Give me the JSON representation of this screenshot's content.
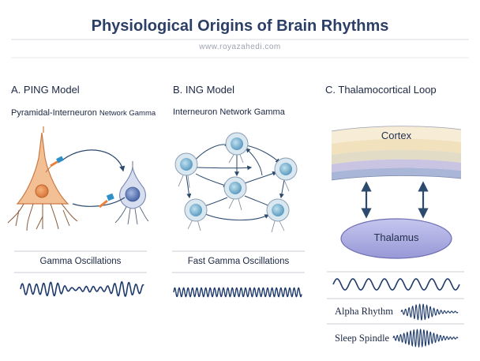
{
  "title": "Physiological Origins of Brain Rhythms",
  "subtitle": "www.royazahedi.com",
  "panels": {
    "a": {
      "heading": "A. PING Model",
      "subheading_main": "Pyramidal-Interneuron",
      "subheading_small": "Network Gamma",
      "caption": "Gamma Oscillations"
    },
    "b": {
      "heading": "B. ING Model",
      "subheading": "Interneuron Network Gamma",
      "caption": "Fast Gamma Oscillations"
    },
    "c": {
      "heading": "C. Thalamocortical Loop",
      "cortex_label": "Cortex",
      "thalamus_label": "Thalamus",
      "alpha_label": "Alpha Rhythm",
      "spindle_label": "Sleep Spindle"
    }
  },
  "colors": {
    "title": "#2c3f66",
    "pyramidal": "#f0b889",
    "pyramidal_body": "#e48a4d",
    "interneuron": "#cfd9ea",
    "interneuron_core": "#5b7ab9",
    "ing_cell": "#d7e6f0",
    "ing_core": "#6ba3c4",
    "thalamus": "#a8a9dc",
    "arrow": "#2c4a6e",
    "wave": "#1e3a6a"
  }
}
